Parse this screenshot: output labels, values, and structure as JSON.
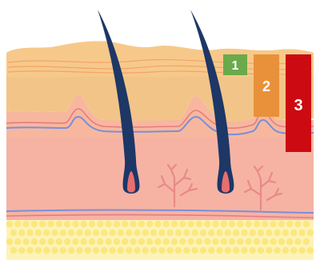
{
  "diagram": {
    "colors": {
      "background": "#ffffff",
      "epidermis_top": "#f6c98a",
      "epidermis": "#f3c488",
      "epidermis_lines": "#f4a36a",
      "basal_band": "#f7b79f",
      "dermis": "#f6b3a4",
      "vessel_blue": "#7b8fd6",
      "vessel_red": "#e77c7c",
      "capillary": "#e88a86",
      "hair": "#1d3767",
      "hair_bulb": "#e96e6e",
      "fat_layer": "#fdf3b8",
      "fat_cells": "#fbe77e",
      "marker_1": "#6aaa4b",
      "marker_2": "#e8913a",
      "marker_3": "#cc0a12"
    },
    "markers": [
      {
        "label": "1"
      },
      {
        "label": "2"
      },
      {
        "label": "3"
      }
    ]
  }
}
